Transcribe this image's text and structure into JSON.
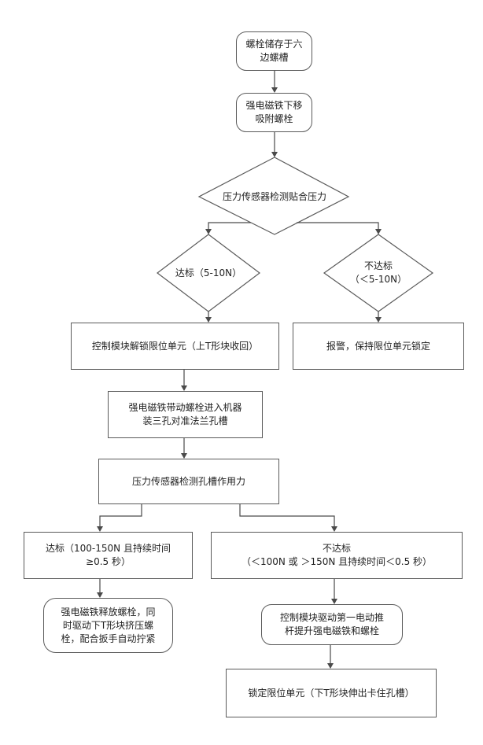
{
  "nodes": {
    "start": {
      "lines": [
        "螺栓储存于六",
        "边螺槽"
      ]
    },
    "magnet_down": {
      "lines": [
        "强电磁铁下移",
        "吸附螺栓"
      ]
    },
    "check_contact": {
      "lines": [
        "压力传感器检测贴合压力"
      ]
    },
    "contact_pass": {
      "lines": [
        "达标（5-10N）"
      ]
    },
    "contact_fail": {
      "lines": [
        "不达标",
        "（＜5-10N）"
      ]
    },
    "unlock": {
      "lines": [
        "控制模块解锁限位单元（上T形块收回）"
      ]
    },
    "alarm": {
      "lines": [
        "报警，保持限位单元锁定"
      ]
    },
    "insert": {
      "lines": [
        "强电磁铁带动螺栓进入机器",
        "装三孔对准法兰孔槽"
      ]
    },
    "check_slot": {
      "lines": [
        "压力传感器检测孔槽作用力"
      ]
    },
    "slot_pass": {
      "lines": [
        "达标（100-150N 且持续时间",
        "≥0.5 秒）"
      ]
    },
    "slot_fail": {
      "lines": [
        "不达标",
        "（＜100N 或 ＞150N 且持续时间＜0.5 秒）"
      ]
    },
    "release": {
      "lines": [
        "强电磁铁释放螺栓，同",
        "时驱动下T形块挤压螺",
        "栓，配合扳手自动拧紧"
      ]
    },
    "lift": {
      "lines": [
        "控制模块驱动第一电动推",
        "杆提升强电磁铁和螺栓"
      ]
    },
    "lock": {
      "lines": [
        "锁定限位单元（下T形块伸出卡住孔槽）"
      ]
    }
  },
  "colors": {
    "stroke": "#5a5a5a",
    "text": "#222222",
    "background": "#ffffff"
  }
}
